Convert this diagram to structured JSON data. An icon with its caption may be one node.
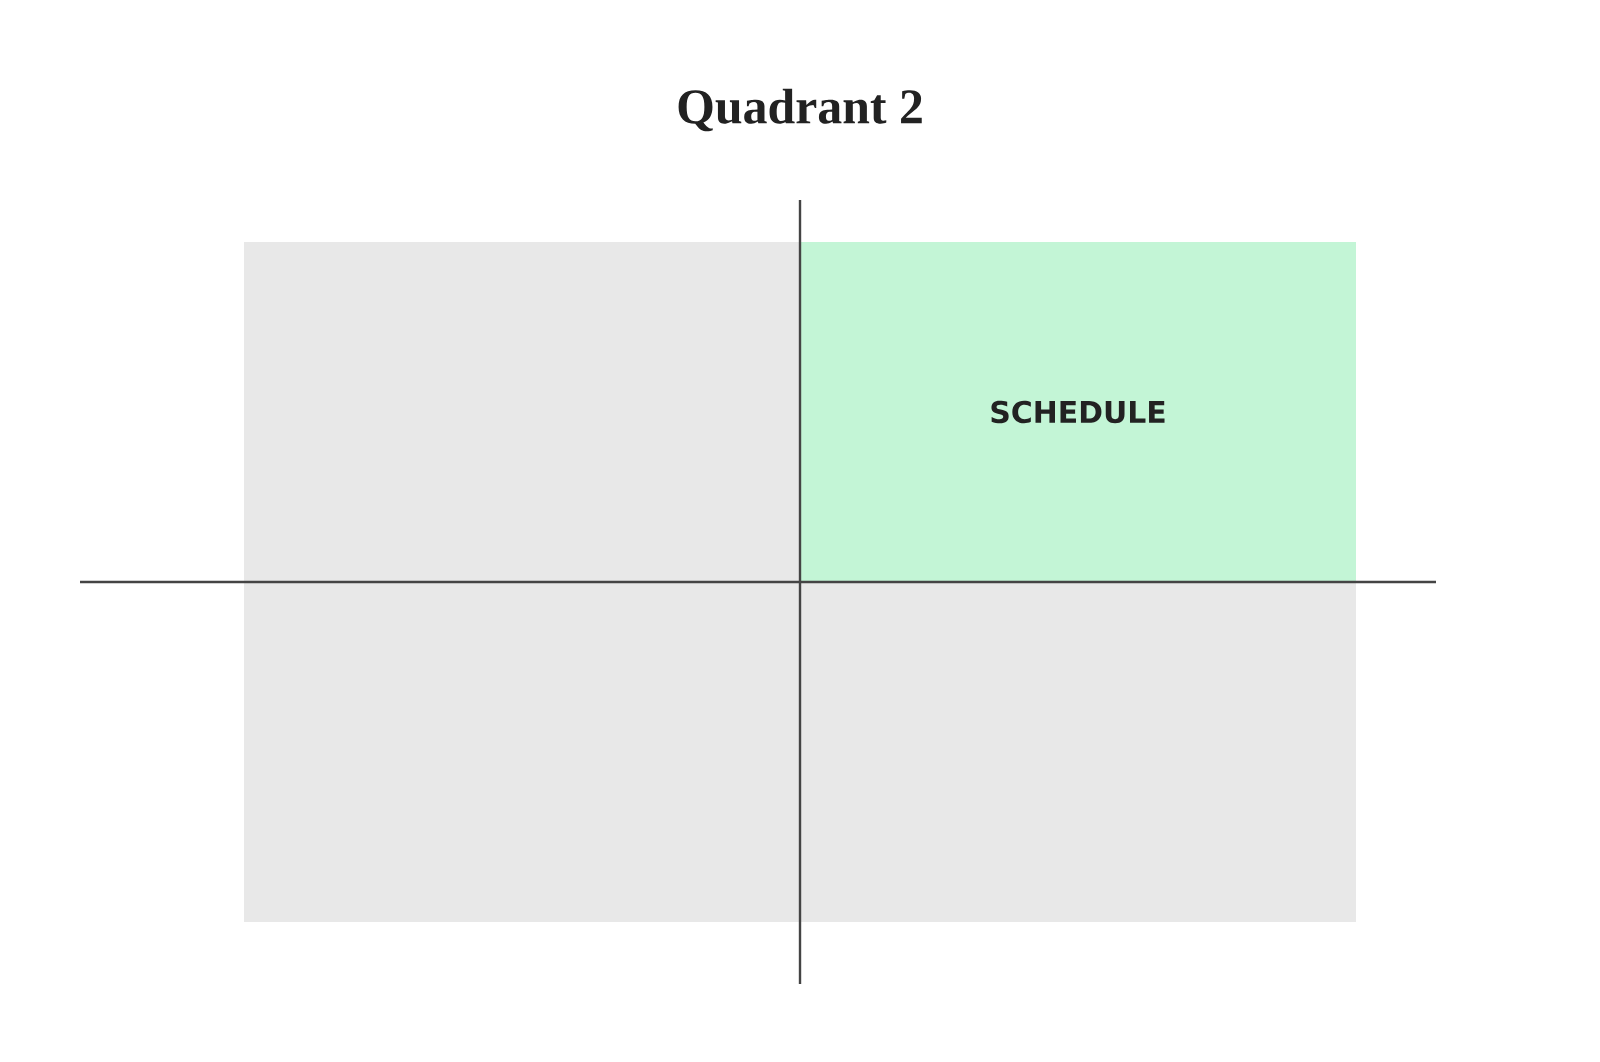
{
  "diagram": {
    "title": "Quadrant 2",
    "nodes": [
      {
        "text": [],
        "shape": "box"
      },
      {
        "text": [
          "SCHEDULE"
        ]
      },
      {
        "text": [],
        "shape": "box"
      },
      {
        "text": [],
        "shape": "box"
      }
    ]
  }
}
